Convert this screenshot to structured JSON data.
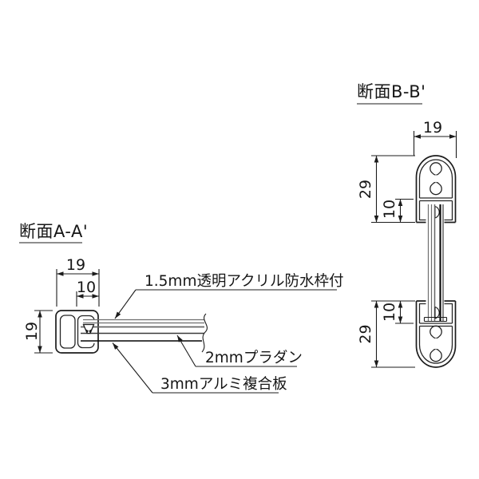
{
  "drawing": {
    "type": "technical-cross-section",
    "background": "#ffffff",
    "line_color": "#1c1c1c"
  },
  "section_aa": {
    "title": "断面A-A'",
    "dim_width": "19",
    "dim_slot": "10",
    "dim_height": "19",
    "label_acrylic": "1.5mm透明アクリル防水枠付",
    "label_pladan": "2mmプラダン",
    "label_aluminum": "3mmアルミ複合板"
  },
  "section_bb": {
    "title": "断面B-B'",
    "dim_width": "19",
    "dim_top_cap": "29",
    "dim_top_slot": "10",
    "dim_bottom_slot": "10",
    "dim_bottom_cap": "29"
  }
}
